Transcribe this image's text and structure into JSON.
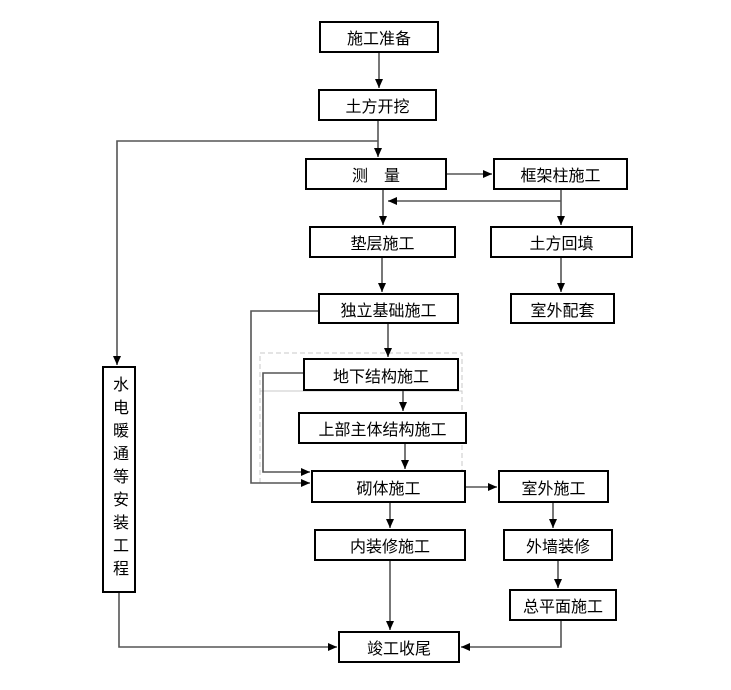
{
  "diagram": {
    "type": "flowchart",
    "language": "zh-CN",
    "description_labels_only": true
  },
  "nodes": {
    "prep": {
      "label": "施工准备"
    },
    "excavation": {
      "label": "土方开挖"
    },
    "survey": {
      "label": "测　量"
    },
    "frame_column": {
      "label": "框架柱施工"
    },
    "cushion": {
      "label": "垫层施工"
    },
    "backfill": {
      "label": "土方回填"
    },
    "independent_foundation": {
      "label": "独立基础施工"
    },
    "outdoor_support": {
      "label": "室外配套"
    },
    "underground_structure": {
      "label": "地下结构施工"
    },
    "upper_structure": {
      "label": "上部主体结构施工"
    },
    "masonry": {
      "label": "砌体施工"
    },
    "outdoor_construction": {
      "label": "室外施工"
    },
    "interior_decoration": {
      "label": "内装修施工"
    },
    "exterior_wall_decoration": {
      "label": "外墙装修"
    },
    "site_plan": {
      "label": "总平面施工"
    },
    "completion": {
      "label": "竣工收尾"
    },
    "mep_installation": {
      "label": "水电暖通等安装工程"
    }
  },
  "edges": [
    {
      "from": "prep",
      "to": "excavation"
    },
    {
      "from": "excavation",
      "to": "survey"
    },
    {
      "from": "excavation",
      "to": "mep_installation"
    },
    {
      "from": "survey",
      "to": "frame_column"
    },
    {
      "from": "survey",
      "to": "cushion"
    },
    {
      "from": "frame_column",
      "to": "cushion"
    },
    {
      "from": "frame_column",
      "to": "backfill"
    },
    {
      "from": "backfill",
      "to": "outdoor_support"
    },
    {
      "from": "cushion",
      "to": "independent_foundation"
    },
    {
      "from": "independent_foundation",
      "to": "underground_structure"
    },
    {
      "from": "independent_foundation",
      "to": "masonry"
    },
    {
      "from": "underground_structure",
      "to": "upper_structure"
    },
    {
      "from": "underground_structure",
      "to": "masonry"
    },
    {
      "from": "upper_structure",
      "to": "masonry"
    },
    {
      "from": "masonry",
      "to": "outdoor_construction"
    },
    {
      "from": "masonry",
      "to": "interior_decoration"
    },
    {
      "from": "outdoor_construction",
      "to": "exterior_wall_decoration"
    },
    {
      "from": "exterior_wall_decoration",
      "to": "site_plan"
    },
    {
      "from": "site_plan",
      "to": "completion"
    },
    {
      "from": "interior_decoration",
      "to": "completion"
    },
    {
      "from": "mep_installation",
      "to": "completion"
    }
  ],
  "colors": {
    "background": "#ffffff",
    "box_fill": "#ffffff",
    "box_border": "#000000",
    "connector": "#555555",
    "arrowhead": "#000000",
    "dashed_group_border": "#c8c8c8",
    "text": "#000000"
  }
}
